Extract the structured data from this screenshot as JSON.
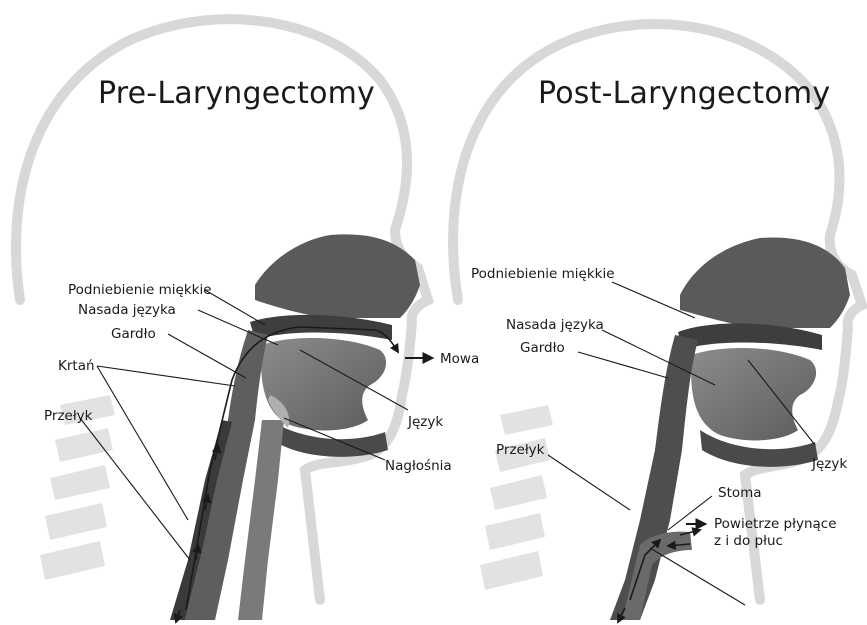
{
  "panels": {
    "left": {
      "title": "Pre-Laryngectomy",
      "labels": {
        "soft_palate": "Podniebienie miękkie",
        "tongue_base": "Nasada języka",
        "pharynx": "Gardło",
        "larynx": "Krtań",
        "esophagus": "Przełyk",
        "tongue": "Język",
        "epiglottis": "Nagłośnia",
        "speech": "Mowa"
      }
    },
    "right": {
      "title": "Post-Laryngectomy",
      "labels": {
        "soft_palate": "Podniebienie miękkie",
        "tongue_base": "Nasada języka",
        "pharynx": "Gardło",
        "esophagus": "Przełyk",
        "tongue": "Język",
        "stoma": "Stoma",
        "airflow_line1": "Powietrze płynące",
        "airflow_line2": "z i do płuc"
      }
    }
  },
  "colors": {
    "head_outline": "#d8d8d8",
    "tissue_dark": "#4a4a4a",
    "tissue_mid": "#6e6e6e",
    "tissue_light": "#9a9a9a",
    "spine": "#e2e2e2",
    "text": "#1a1a1a"
  }
}
